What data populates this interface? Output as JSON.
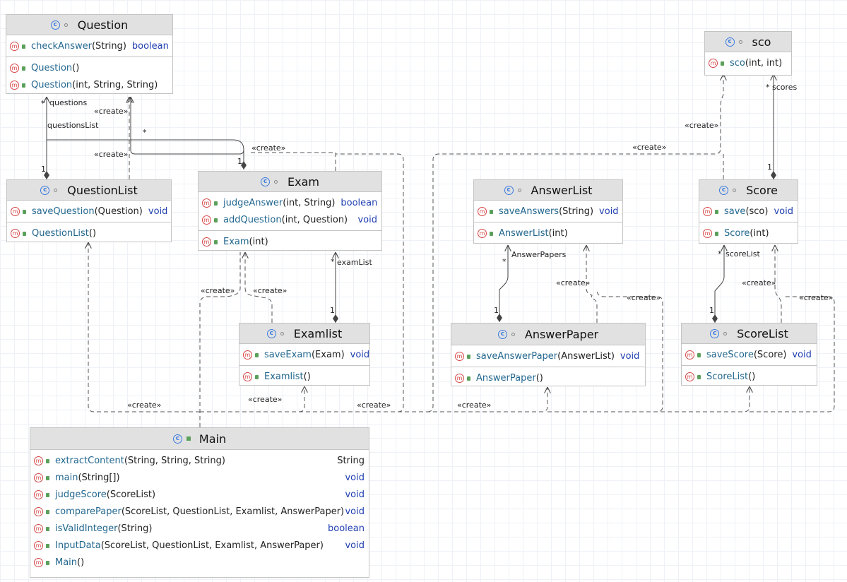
{
  "classes": {
    "question": {
      "name": "Question",
      "methods": [
        {
          "name": "checkAnswer",
          "params": "(String)",
          "ret": "boolean"
        },
        {
          "name": "Question",
          "params": "()",
          "ret": ""
        },
        {
          "name": "Question",
          "params": "(int, String, String)",
          "ret": ""
        }
      ]
    },
    "sco": {
      "name": "sco",
      "methods": [
        {
          "name": "sco",
          "params": "(int, int)",
          "ret": ""
        }
      ]
    },
    "questionlist": {
      "name": "QuestionList",
      "methods": [
        {
          "name": "saveQuestion",
          "params": "(Question)",
          "ret": "void"
        },
        {
          "name": "QuestionList",
          "params": "()",
          "ret": ""
        }
      ]
    },
    "exam": {
      "name": "Exam",
      "methods": [
        {
          "name": "judgeAnswer",
          "params": "(int, String)",
          "ret": "boolean"
        },
        {
          "name": "addQuestion",
          "params": "(int, Question)",
          "ret": "void"
        },
        {
          "name": "Exam",
          "params": "(int)",
          "ret": ""
        }
      ]
    },
    "answerlist": {
      "name": "AnswerList",
      "methods": [
        {
          "name": "saveAnswers",
          "params": "(String)",
          "ret": "void"
        },
        {
          "name": "AnswerList",
          "params": "(int)",
          "ret": ""
        }
      ]
    },
    "score": {
      "name": "Score",
      "methods": [
        {
          "name": "save",
          "params": "(sco)",
          "ret": "void"
        },
        {
          "name": "Score",
          "params": "(int)",
          "ret": ""
        }
      ]
    },
    "examlist": {
      "name": "Examlist",
      "methods": [
        {
          "name": "saveExam",
          "params": "(Exam)",
          "ret": "void"
        },
        {
          "name": "Examlist",
          "params": "()",
          "ret": ""
        }
      ]
    },
    "answerpaper": {
      "name": "AnswerPaper",
      "methods": [
        {
          "name": "saveAnswerPaper",
          "params": "(AnswerList)",
          "ret": "void"
        },
        {
          "name": "AnswerPaper",
          "params": "()",
          "ret": ""
        }
      ]
    },
    "scorelist": {
      "name": "ScoreList",
      "methods": [
        {
          "name": "saveScore",
          "params": "(Score)",
          "ret": "void"
        },
        {
          "name": "ScoreList",
          "params": "()",
          "ret": ""
        }
      ]
    },
    "main": {
      "name": "Main",
      "methods": [
        {
          "name": "extractContent",
          "params": "(String, String, String)",
          "ret": "String"
        },
        {
          "name": "main",
          "params": "(String[])",
          "ret": "void"
        },
        {
          "name": "judgeScore",
          "params": "(ScoreList)",
          "ret": "void"
        },
        {
          "name": "comparePaper",
          "params": "(ScoreList, QuestionList, Examlist, AnswerPaper)",
          "ret": "void"
        },
        {
          "name": "isValidInteger",
          "params": "(String)",
          "ret": "boolean"
        },
        {
          "name": "InputData",
          "params": "(ScoreList, QuestionList, Examlist, AnswerPaper)",
          "ret": "void"
        },
        {
          "name": "Main",
          "params": "()",
          "ret": ""
        }
      ]
    }
  },
  "labels": {
    "create": "«create»",
    "questions": "questions",
    "questionsList": "questionsList",
    "examList": "examList",
    "answerPapers": "AnswerPapers",
    "scoreList": "scoreList",
    "scores": "scores",
    "star": "*",
    "one": "1"
  }
}
